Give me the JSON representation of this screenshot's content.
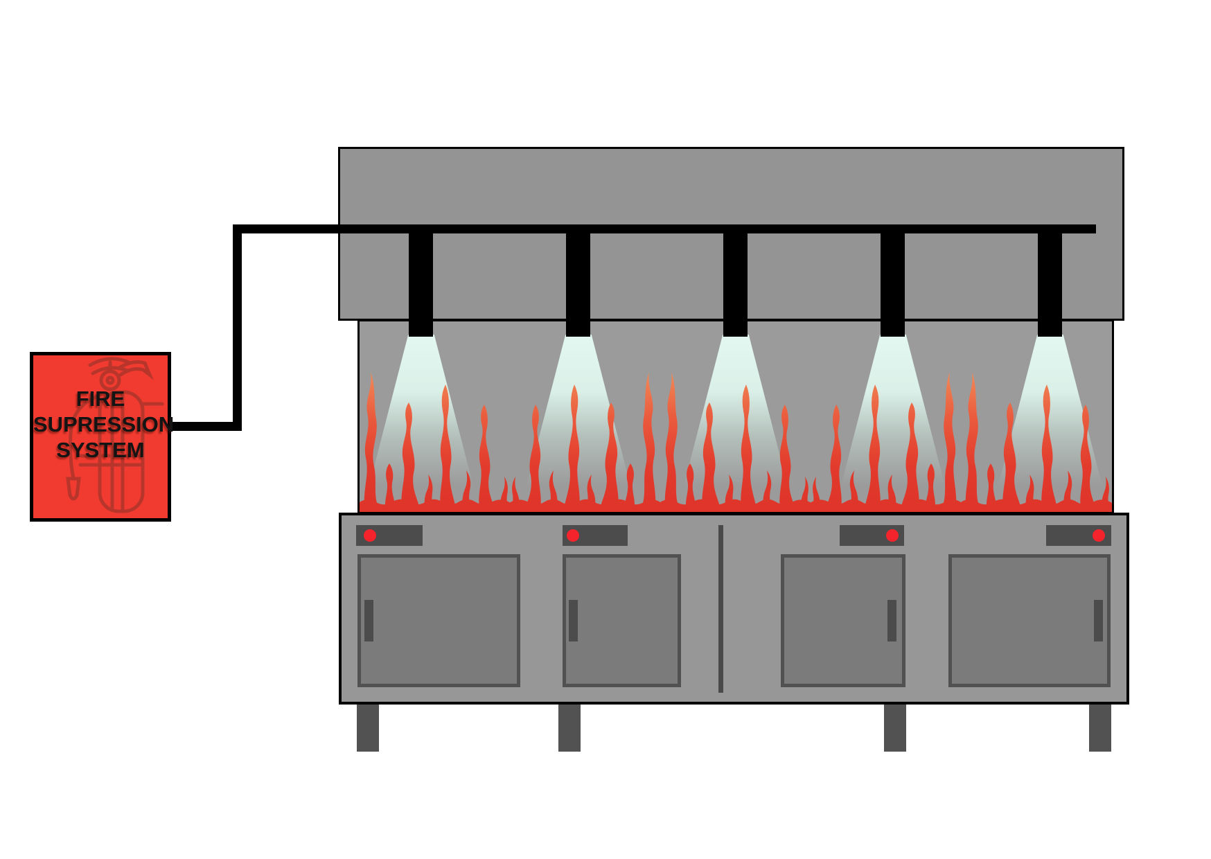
{
  "suppression_box": {
    "line1": "FIRE",
    "line2": "SUPRESSION",
    "line3": "SYSTEM"
  },
  "system": {
    "nozzle_count": 5,
    "spray_count": 5,
    "cabinet_door_count": 4,
    "control_panel_count": 4,
    "indicator_light_count": 4,
    "leg_count": 4
  },
  "colors": {
    "box_red": "#F23B30",
    "extinguisher_outline": "#B5352B",
    "hood_gray": "#949494",
    "wall_gray": "#9B9B9B",
    "base_gray": "#979797",
    "door_gray": "#7B7B7B",
    "panel_dark": "#4C4C4C",
    "indicator_red": "#F5232B",
    "pipe_black": "#000000",
    "spray_mint": "#E3F8F0",
    "flame_tip_orange": "#F2905C",
    "flame_base_red": "#DE342A"
  }
}
